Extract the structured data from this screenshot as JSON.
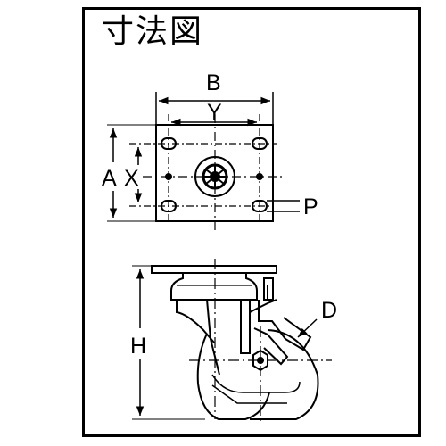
{
  "title": "寸法図",
  "labels": {
    "A": "A",
    "B": "B",
    "X": "X",
    "Y": "Y",
    "P": "P",
    "D": "D",
    "H": "H"
  }
}
